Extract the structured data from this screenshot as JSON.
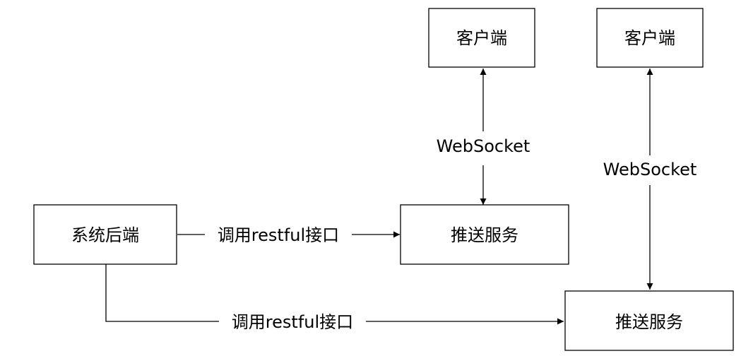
{
  "nodes": {
    "client_1": "客户端",
    "client_2": "客户端",
    "backend": "系统后端",
    "push_1": "推送服务",
    "push_2": "推送服务"
  },
  "edges": {
    "backend_to_push_1": "调用restful接口",
    "backend_to_push_2": "调用restful接口",
    "push_1_client_1": "WebSocket",
    "push_2_client_2": "WebSocket"
  }
}
